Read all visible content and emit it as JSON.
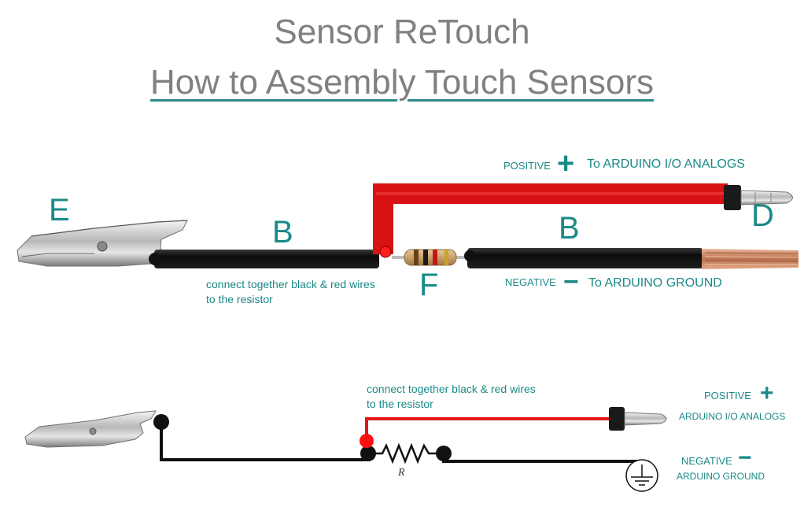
{
  "title": "Sensor ReTouch",
  "subtitle": "How to Assembly Touch Sensors",
  "labels": {
    "E": "E",
    "B_left": "B",
    "B_right": "B",
    "D": "D",
    "F": "F",
    "R": "R"
  },
  "top": {
    "positive_word": "POSITIVE",
    "positive_sign": "+",
    "positive_target": "To ARDUINO I/O ANALOGS",
    "negative_word": "NEGATIVE",
    "negative_sign": "−",
    "negative_target": "To ARDUINO GROUND",
    "note_line1": "connect together black & red wires",
    "note_line2": "to the resistor"
  },
  "bottom": {
    "note_line1": "connect together black & red wires",
    "note_line2": "to the resistor",
    "positive_word": "POSITIVE",
    "positive_sign": "+",
    "positive_target": "ARDUINO I/O ANALOGS",
    "negative_word": "NEGATIVE",
    "negative_sign": "−",
    "negative_target": "ARDUINO GROUND"
  },
  "colors": {
    "teal": "#1a8a87",
    "title_gray": "#808080",
    "red_wire": "#e01818",
    "black_wire": "#111111",
    "copper": "#c8866a"
  }
}
